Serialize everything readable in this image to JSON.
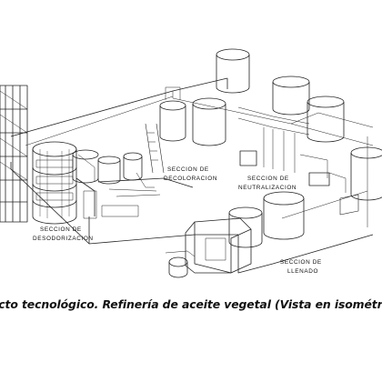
{
  "caption": "Plano de proyecto tecnológico. Refinería de aceite vegetal (Vista en  isométrico)",
  "sections": {
    "desodorizacion": [
      "SECCION DE",
      "DESODORIZACION"
    ],
    "decoloracion": [
      "SECCION DE",
      "DECOLORACION"
    ],
    "neutralizacion": [
      "SECCION DE",
      "NEUTRALIZACION"
    ],
    "llenado": [
      "SECCION DE",
      "LLENADO"
    ]
  }
}
